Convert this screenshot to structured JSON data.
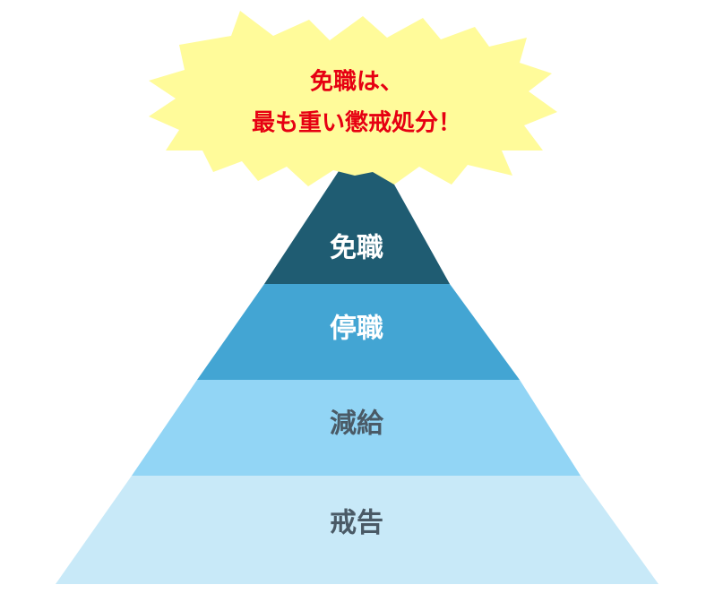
{
  "callout": {
    "line1": "免職は、",
    "line2": "最も重い懲戒処分！",
    "fill": "#FFFB9A",
    "text_color": "#E60012"
  },
  "pyramid": {
    "levels": [
      {
        "label": "免職",
        "fill": "#1F5C72",
        "text_color": "#FFFFFF"
      },
      {
        "label": "停職",
        "fill": "#43A5D3",
        "text_color": "#FFFFFF"
      },
      {
        "label": "減給",
        "fill": "#92D5F5",
        "text_color": "#4A5A66"
      },
      {
        "label": "戒告",
        "fill": "#C8E9F8",
        "text_color": "#4A5A66"
      }
    ]
  }
}
